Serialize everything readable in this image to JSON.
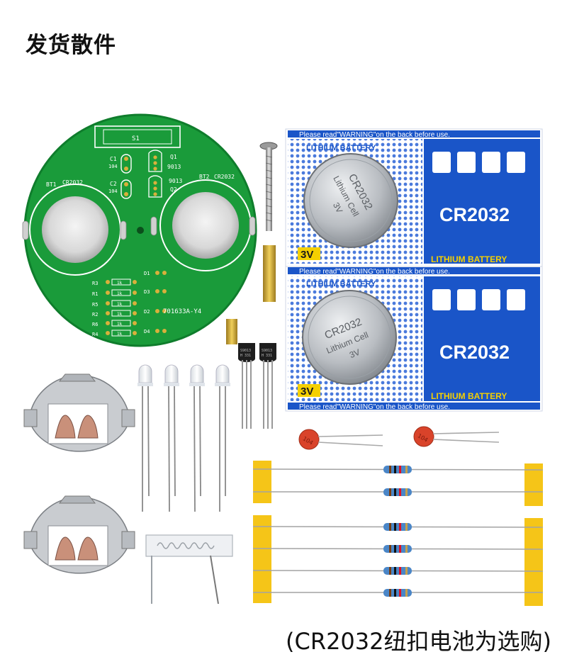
{
  "title": "发货散件",
  "footer_note": "(CR2032纽扣电池为选购)",
  "pcb": {
    "switch_label": "S1",
    "c1_label": "C1",
    "c1_value": "104",
    "c2_label": "C2",
    "c2_value": "104",
    "q1_label": "Q1",
    "q1_value": "9013",
    "q2_label": "Q2",
    "q2_value": "9013",
    "bt1_label": "BT1",
    "bt1_value": "CR2032",
    "bt2_label": "BT2",
    "bt2_value": "CR2032",
    "resistor_labels": [
      "R3",
      "R1",
      "R5",
      "R2",
      "R6",
      "R4"
    ],
    "resistor_values": [
      "1k",
      "1k",
      "1k",
      "1k",
      "1k",
      "1k"
    ],
    "led_labels": [
      "D1",
      "D3",
      "D2",
      "D4"
    ],
    "board_code": "701633A-Y4"
  },
  "battery_pack": {
    "warning": "Please read\"WARNING\"on the back before use.",
    "brand": "LITHIUM BATTERY",
    "model": "CR2032",
    "voltage": "3V",
    "cell_model": "CR2032",
    "cell_chem": "Lithium Cell",
    "cell_voltage": "3V"
  },
  "transistor_marking": [
    "S9013",
    "H 331"
  ],
  "capacitor_marking": "104",
  "colors": {
    "pcb": "#1a9b3a",
    "pcb_dark": "#0f7d2c",
    "battery_blue": "#1a55c8",
    "tape": "#f5c518",
    "metal": "#c9ccd0"
  }
}
